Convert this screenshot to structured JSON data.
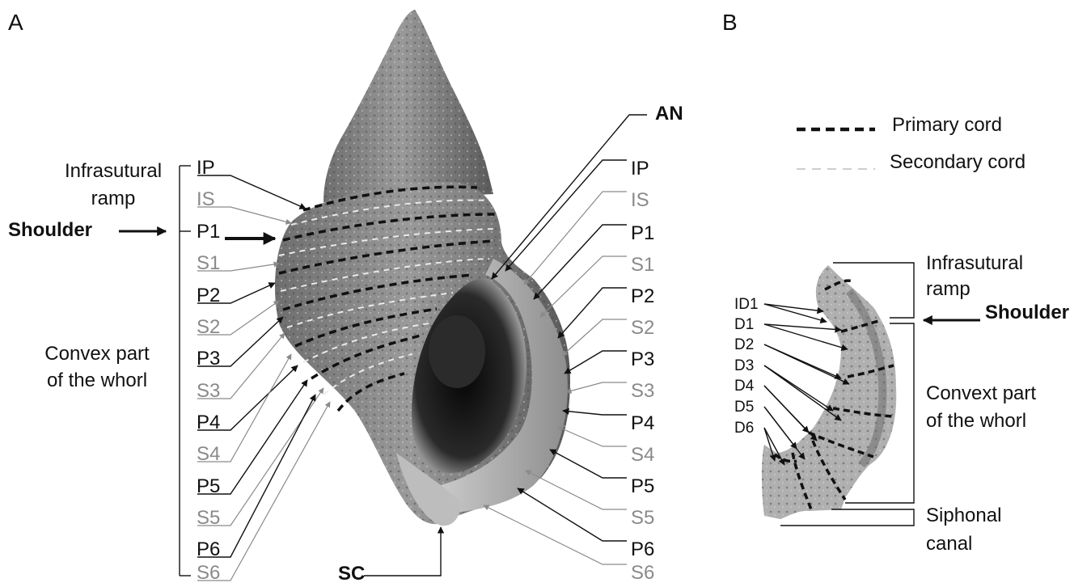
{
  "panel_a": {
    "letter": "A",
    "left_labels": {
      "infrasutural_line1": "Infrasutural",
      "infrasutural_line2": "ramp",
      "shoulder": "Shoulder",
      "convex_line1": "Convex part",
      "convex_line2": "of the whorl"
    },
    "cords_left": [
      "IP",
      "IS",
      "P1",
      "S1",
      "P2",
      "S2",
      "P3",
      "S3",
      "P4",
      "S4",
      "P5",
      "S5",
      "P6",
      "S6"
    ],
    "cords_right": [
      "IP",
      "IS",
      "P1",
      "S1",
      "P2",
      "S2",
      "P3",
      "S3",
      "P4",
      "S4",
      "P5",
      "S5",
      "P6",
      "S6"
    ],
    "an_label": "AN",
    "sc_label": "SC"
  },
  "panel_b": {
    "letter": "B",
    "legend": {
      "primary": "Primary cord",
      "secondary": "Secondary cord"
    },
    "cords": [
      "ID1",
      "D1",
      "D2",
      "D3",
      "D4",
      "D5",
      "D6"
    ],
    "labels": {
      "infrasutural_line1": "Infrasutural",
      "infrasutural_line2": "ramp",
      "shoulder": "Shoulder",
      "convex_line1": "Convext part",
      "convex_line2": "of the whorl",
      "siphonal_line1": "Siphonal",
      "siphonal_line2": "canal"
    }
  },
  "colors": {
    "primary_label": "#111111",
    "secondary_label": "#8a8a8a",
    "shell_dark": "#3a3a3a",
    "shell_mid": "#7a7a7a",
    "shell_light": "#d0d0d0"
  }
}
